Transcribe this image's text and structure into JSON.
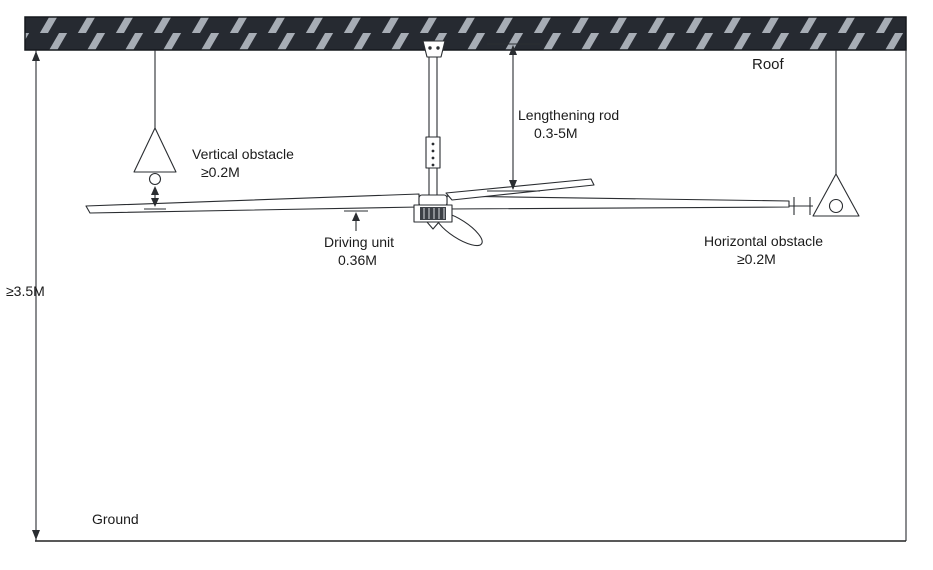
{
  "labels": {
    "roof": "Roof",
    "ceiling_height": "≥3.5M",
    "ground": "Ground",
    "lengthening_rod": {
      "line1": "Lengthening rod",
      "line2": "0.3-5M"
    },
    "vertical_obstacle": {
      "line1": "Vertical obstacle",
      "line2": "≥0.2M"
    },
    "driving_unit": {
      "line1": "Driving unit",
      "line2": "0.36M"
    },
    "horizontal_obstacle": {
      "line1": "Horizontal obstacle",
      "line2": "≥0.2M"
    }
  },
  "colors": {
    "roof_fill": "#262a31",
    "roof_hatch": "#a7adb5",
    "line": "#2a2d31",
    "text": "#1b1b1b"
  }
}
